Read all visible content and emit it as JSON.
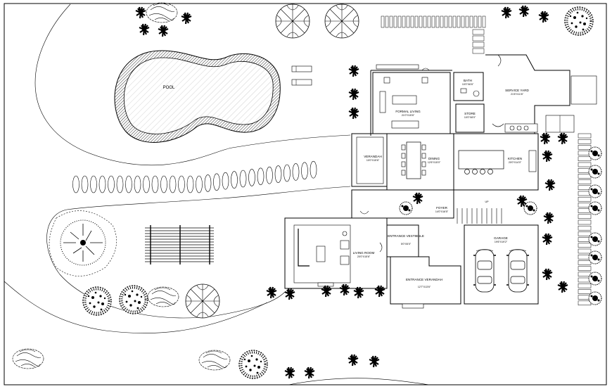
{
  "drawing": {
    "pool_label": "POOL",
    "rooms": {
      "service_yard": {
        "name": "SERVICE YARD",
        "dim": "21'6\"X11'6\""
      },
      "bath": {
        "name": "BATH",
        "dim": "10'0\"X6'6\""
      },
      "formal_living": {
        "name": "FORMAL LIVING",
        "dim": "21'0\"X15'6\""
      },
      "store": {
        "name": "STORE",
        "dim": "10'0\"X8'0\""
      },
      "verandah": {
        "name": "VERANDAH",
        "dim": "10'0\"X15'6\""
      },
      "dining": {
        "name": "DINING",
        "dim": "12'6\"X15'0\""
      },
      "kitchen": {
        "name": "KITCHEN",
        "dim": "20'0\"X14'0\""
      },
      "foyer": {
        "name": "FOYER",
        "dim": "14'0\"X16'5\""
      },
      "living_room": {
        "name": "LIVING ROOM",
        "dim": "20'0\"X15'6\""
      },
      "entrance_vestibule": {
        "name": "ENTRANCE VESTIBULE",
        "dim": "5'0\"X5'0\""
      },
      "garage": {
        "name": "GARAGE",
        "dim": "19'6\"X19'2\""
      },
      "entrance_verandah": {
        "name": "ENTRANCE VERANDAH",
        "dim": "12'7\"X13'6\""
      }
    },
    "stair_label": "UP"
  }
}
